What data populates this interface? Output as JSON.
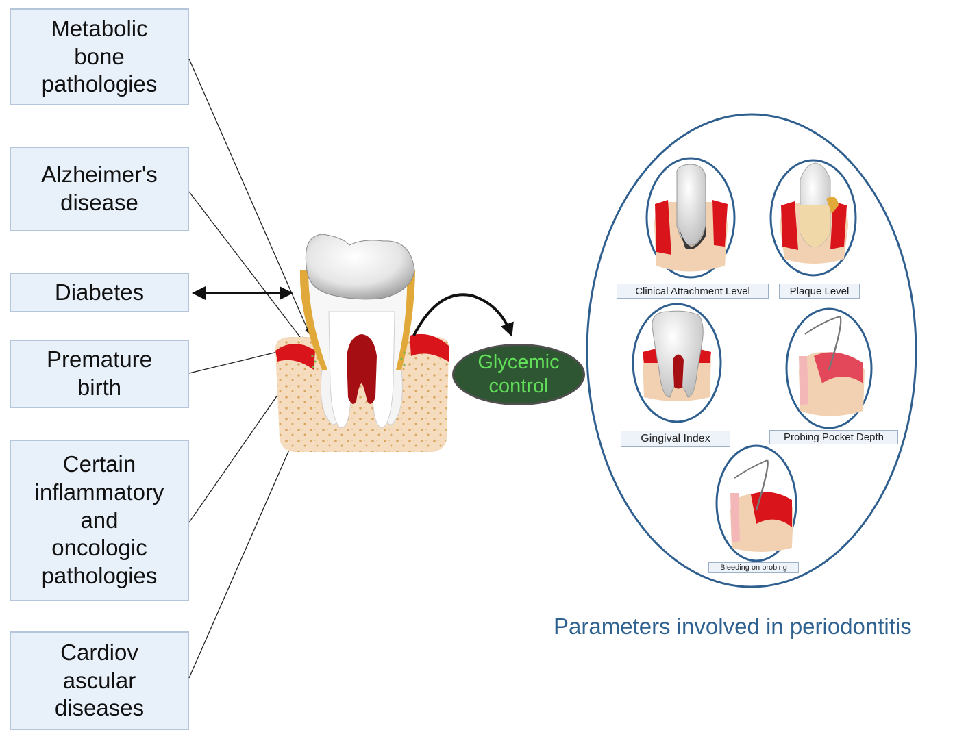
{
  "conditions": [
    {
      "text": "Metabolic\nbone\npathologies"
    },
    {
      "text": "Alzheimer's\ndisease"
    },
    {
      "text": "Diabetes"
    },
    {
      "text": "Premature\nbirth"
    },
    {
      "text": "Certain\ninflammatory\nand\noncologic\npathologies"
    },
    {
      "text": "Cardiov\nascular\ndiseases"
    }
  ],
  "center": {
    "glycemic_label": "Glycemic\ncontrol"
  },
  "parameters": {
    "items": [
      {
        "label": "Clinical Attachment Level"
      },
      {
        "label": "Plaque Level"
      },
      {
        "label": "Gingival Index"
      },
      {
        "label": "Probing Pocket Depth"
      },
      {
        "label": "Bleeding on probing"
      }
    ],
    "caption": "Parameters involved in periodontitis"
  },
  "colors": {
    "box_fill": "#e8f0fa",
    "box_border": "#b6c6da",
    "gum_red": "#d9141b",
    "bone": "#f4d9b8",
    "calculus": "#e0a93a",
    "glycemic_fill": "#2f5632",
    "glycemic_text": "#62e05a",
    "oval_border": "#2f5f8f",
    "caption_text": "#2e6190"
  },
  "icons": [
    "tooth-diagram-icon",
    "periodontal-probe-icon"
  ]
}
